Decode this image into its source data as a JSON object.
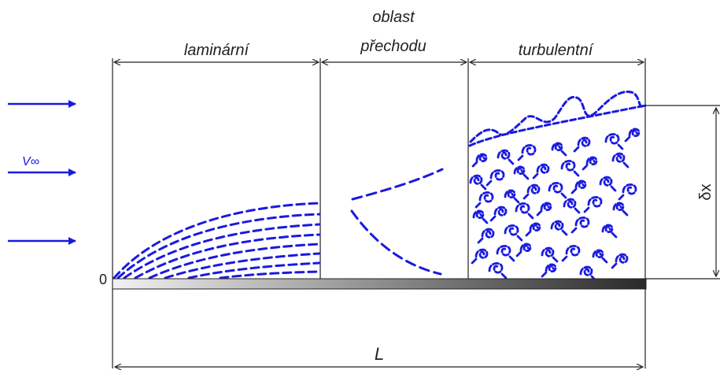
{
  "labels": {
    "laminar": "laminární",
    "transition_line1": "oblast",
    "transition_line2": "přechodu",
    "turbulent": "turbulentní",
    "velocity": "V∞",
    "origin": "0",
    "length": "L",
    "thickness": "δx"
  },
  "colors": {
    "flow": "#1a1adf",
    "lines": "#222222",
    "plate_start": "#f2f2f2",
    "plate_end": "#2a2a2a"
  }
}
